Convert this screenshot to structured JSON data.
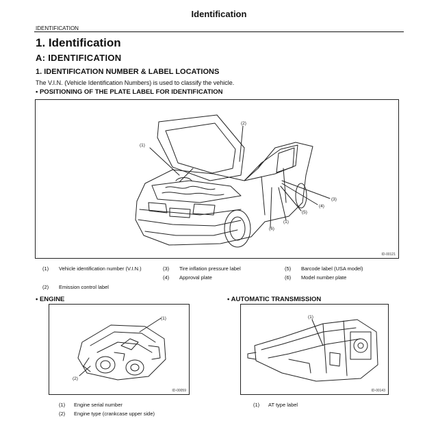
{
  "header": {
    "title": "Identification",
    "section": "IDENTIFICATION"
  },
  "heading1": "1. Identification",
  "heading2": "A: IDENTIFICATION",
  "heading3": "1. IDENTIFICATION NUMBER & LABEL LOCATIONS",
  "intro": "The V.I.N. (Vehicle Identification Numbers) is used to classify the vehicle.",
  "plate_section": {
    "title": "•  POSITIONING OF THE PLATE LABEL FOR IDENTIFICATION",
    "figure_id": "ID-00121",
    "callouts": [
      "(1)",
      "(2)",
      "(3)",
      "(4)",
      "(5)",
      "(6)",
      "(1)"
    ],
    "legend": [
      {
        "num": "(1)",
        "text": "Vehicle identification number (V.I.N.)"
      },
      {
        "num": "(2)",
        "text": "Emission control label"
      },
      {
        "num": "(3)",
        "text": "Tire inflation pressure label"
      },
      {
        "num": "(4)",
        "text": "Approval plate"
      },
      {
        "num": "(5)",
        "text": "Barcode label (USA model)"
      },
      {
        "num": "(6)",
        "text": "Model number plate"
      }
    ]
  },
  "engine_section": {
    "title": "•  ENGINE",
    "figure_id": "ID-00059",
    "callouts": [
      "(1)",
      "(2)"
    ],
    "legend": [
      {
        "num": "(1)",
        "text": "Engine serial number"
      },
      {
        "num": "(2)",
        "text": "Engine type (crankcase upper side)"
      }
    ]
  },
  "transmission_section": {
    "title": "•  AUTOMATIC TRANSMISSION",
    "figure_id": "ID-00143",
    "callouts": [
      "(1)"
    ],
    "legend": [
      {
        "num": "(1)",
        "text": "AT type label"
      }
    ]
  }
}
